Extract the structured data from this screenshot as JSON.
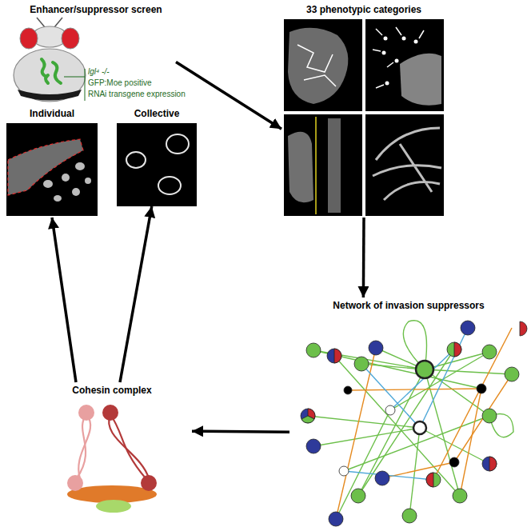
{
  "diagram": {
    "nodes": [
      {
        "text": [
          "Enhancer/suppressor screen"
        ]
      },
      {
        "text": [
          "33 phenotypic categories"
        ]
      },
      {
        "text": [
          "Network of invasion suppressors"
        ]
      },
      {
        "text": [
          "Cohesin complex"
        ]
      },
      {
        "text": [
          "Individual"
        ]
      },
      {
        "text": [
          "Collective"
        ]
      }
    ],
    "edges": [
      {
        "from": 0,
        "to": 1,
        "arrow": "to"
      },
      {
        "from": 1,
        "to": 2,
        "arrow": "to"
      },
      {
        "from": 2,
        "to": 3,
        "arrow": "to"
      },
      {
        "from": 3,
        "to": 4,
        "arrow": "to"
      },
      {
        "from": 3,
        "to": 5,
        "arrow": "to"
      }
    ],
    "labels": [
      "lgl⁴ -/-",
      "GFP:Moe positive",
      "RNAi transgene expression"
    ]
  }
}
